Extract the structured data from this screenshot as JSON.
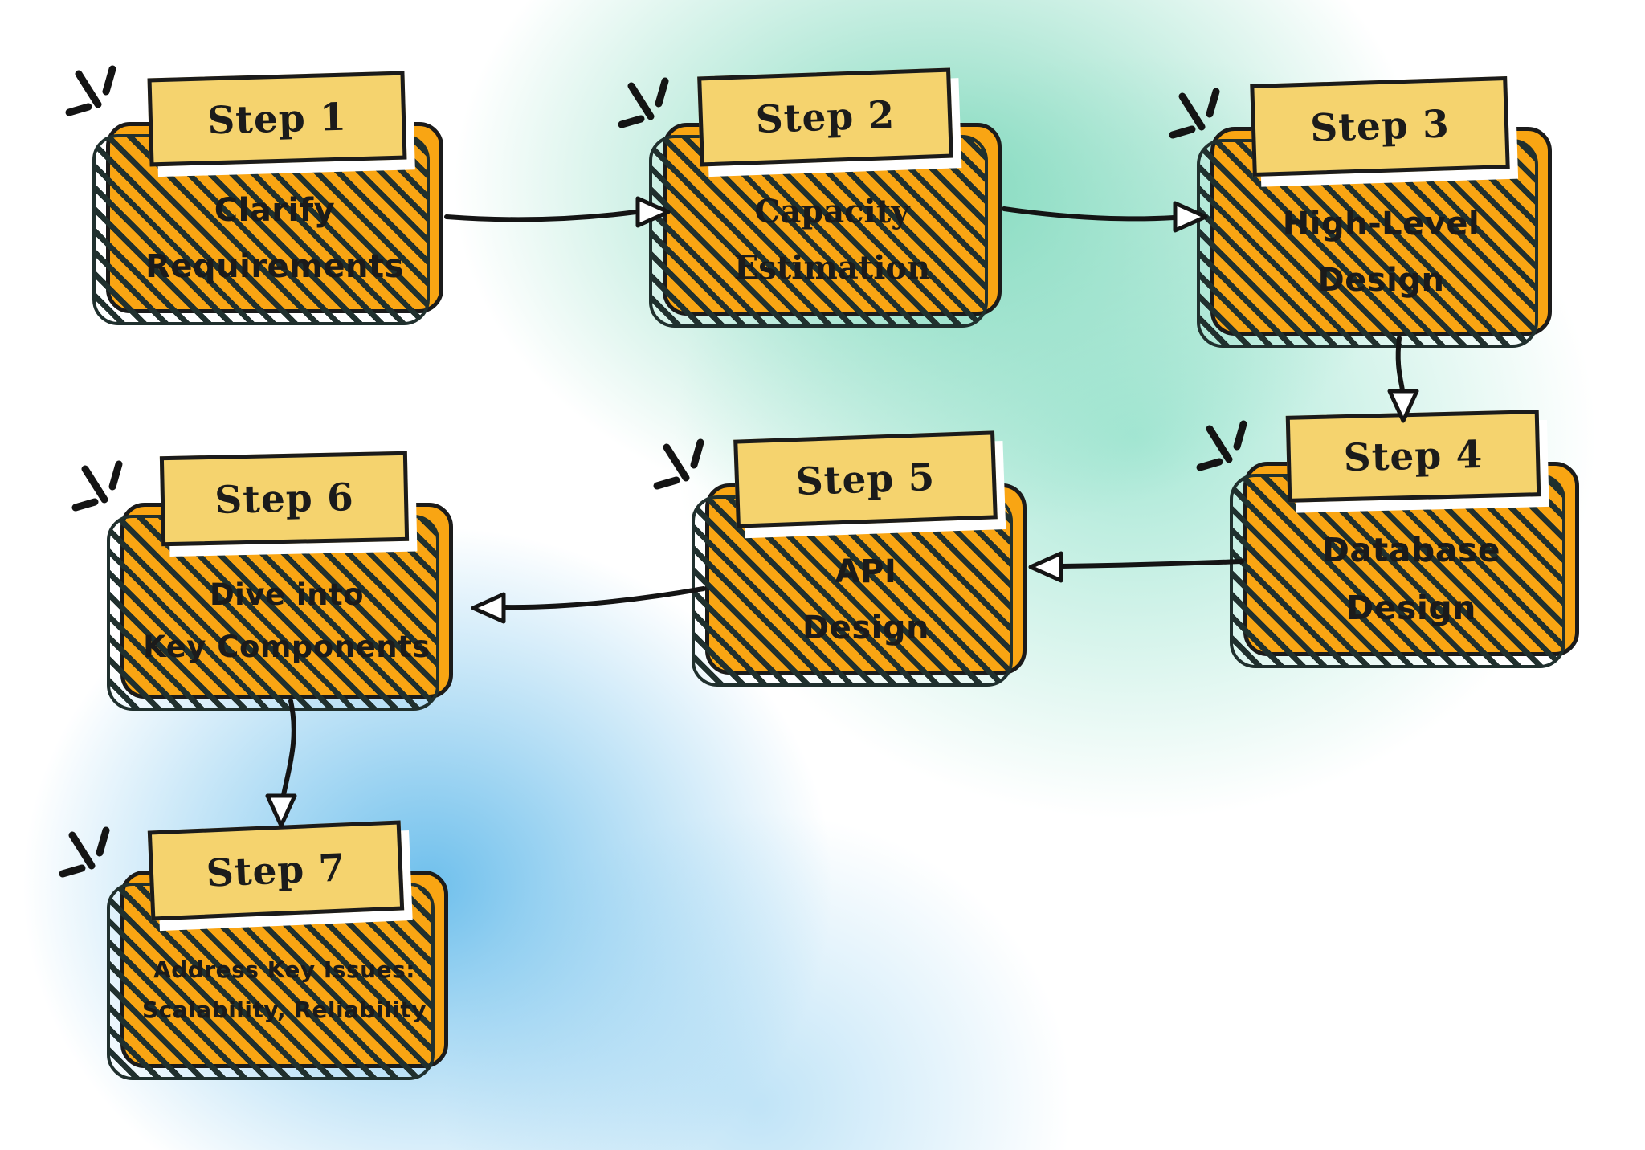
{
  "diagram": {
    "steps": [
      {
        "label": "Step 1",
        "line1": "Clarify",
        "line2": "Requirements"
      },
      {
        "label": "Step 2",
        "line1": "Capacity",
        "line2": "Estimation"
      },
      {
        "label": "Step 3",
        "line1": "High-Level",
        "line2": "Design"
      },
      {
        "label": "Step 4",
        "line1": "Database",
        "line2": "Design"
      },
      {
        "label": "Step 5",
        "line1": "API",
        "line2": "Design"
      },
      {
        "label": "Step 6",
        "line1": "Dive into",
        "line2": "Key Components"
      },
      {
        "label": "Step 7",
        "line1": "Address Key Issues:",
        "line2": "Scalability, Reliability"
      }
    ],
    "connections": [
      {
        "from": "Step 1",
        "to": "Step 2",
        "direction": "right"
      },
      {
        "from": "Step 2",
        "to": "Step 3",
        "direction": "right"
      },
      {
        "from": "Step 3",
        "to": "Step 4",
        "direction": "down"
      },
      {
        "from": "Step 4",
        "to": "Step 5",
        "direction": "left"
      },
      {
        "from": "Step 5",
        "to": "Step 6",
        "direction": "left"
      },
      {
        "from": "Step 6",
        "to": "Step 7",
        "direction": "down"
      }
    ],
    "colors": {
      "card_orange": "#F9A513",
      "banner_yellow": "#F5D36E",
      "outline_black": "#1b1b1b",
      "hatch_shadow": "#20302e",
      "bg_teal": "#7DD8BB",
      "bg_blue": "#67BCEB",
      "bg_white": "#FFFFFF"
    }
  }
}
